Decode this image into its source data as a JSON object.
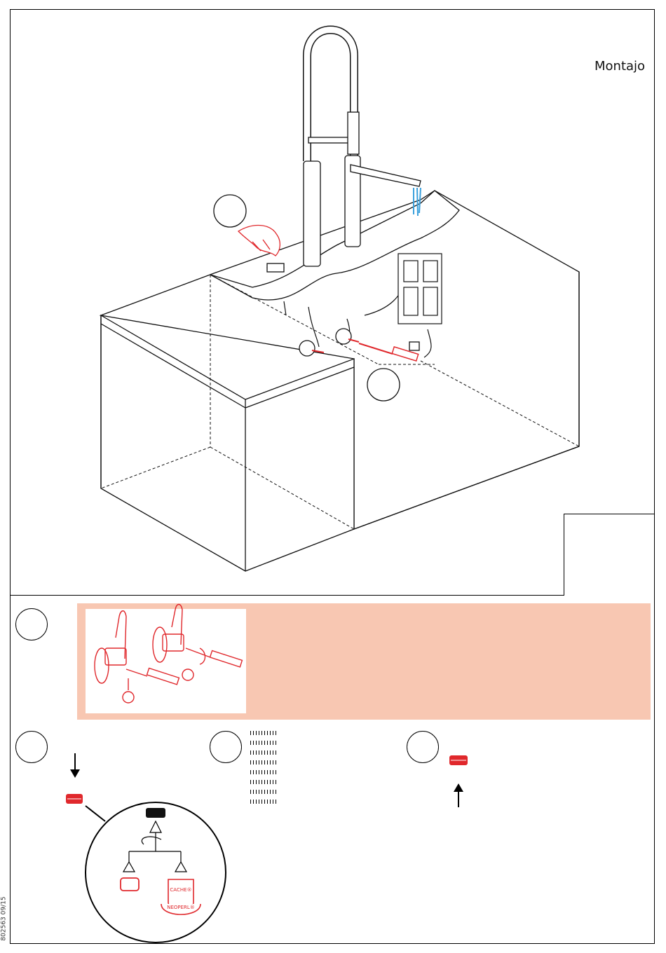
{
  "header": {
    "title": "Montajo"
  },
  "footer": {
    "document_id": "802563 09/15"
  },
  "illustrations": {
    "aerator_labels": [
      "CACHE®",
      "NEOPERL®"
    ]
  },
  "colors": {
    "accent_red": "#e0282c",
    "note_band": "#f8c7b2",
    "water_blue": "#3aa0dc"
  },
  "icons": [
    "hand-icon",
    "screwdriver-icon",
    "aerator-icon",
    "arrow-down-icon",
    "arrow-up-icon"
  ]
}
